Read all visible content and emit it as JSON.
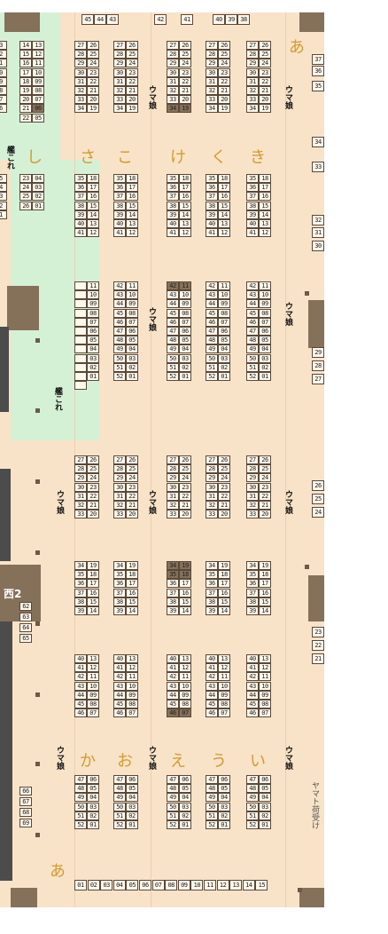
{
  "hall": {
    "hall_name": "西2",
    "aisle_labels": [
      "あ",
      "き",
      "く",
      "け",
      "こ",
      "さ",
      "し",
      "い",
      "う",
      "え",
      "お",
      "か",
      "あ"
    ],
    "genre_uma": "ウマ娘",
    "genre_kancolle": "艦これ",
    "yamato_label": "ヤマト荷受け",
    "top_row": [
      "45",
      "44",
      "43",
      "42",
      "41",
      "40",
      "39",
      "38"
    ],
    "bottom_row": [
      "01",
      "02",
      "03",
      "04",
      "05",
      "06",
      "07",
      "08",
      "09",
      "10",
      "11",
      "12",
      "13",
      "14",
      "15"
    ],
    "right_edge": [
      "37",
      "36",
      "35",
      "34",
      "33",
      "32",
      "31",
      "30",
      "29",
      "28",
      "27",
      "26",
      "25",
      "24",
      "23",
      "22",
      "21"
    ],
    "left_edge_a": [
      "3",
      "2",
      "1",
      "0",
      "9",
      "8",
      "7",
      "6",
      "5",
      "4",
      "3",
      "2",
      "1"
    ],
    "left_edge_b": [
      "62",
      "63",
      "64",
      "65",
      "66",
      "67",
      "68",
      "69"
    ],
    "kancolle_col1": [
      "14",
      "15",
      "16",
      "17",
      "18",
      "19",
      "20",
      "21",
      "22",
      "23",
      "24",
      "25",
      "26"
    ],
    "kancolle_col2": [
      "13",
      "12",
      "11",
      "10",
      "09",
      "08",
      "07",
      "06",
      "05",
      "04",
      "03",
      "02",
      "01"
    ]
  },
  "colors": {
    "background": "#f8e3c8",
    "kancolle_area": "#d4f1d6",
    "booth": "#fff8ec",
    "highlight": "#85705a",
    "aisle_text": "#d59a2e"
  }
}
